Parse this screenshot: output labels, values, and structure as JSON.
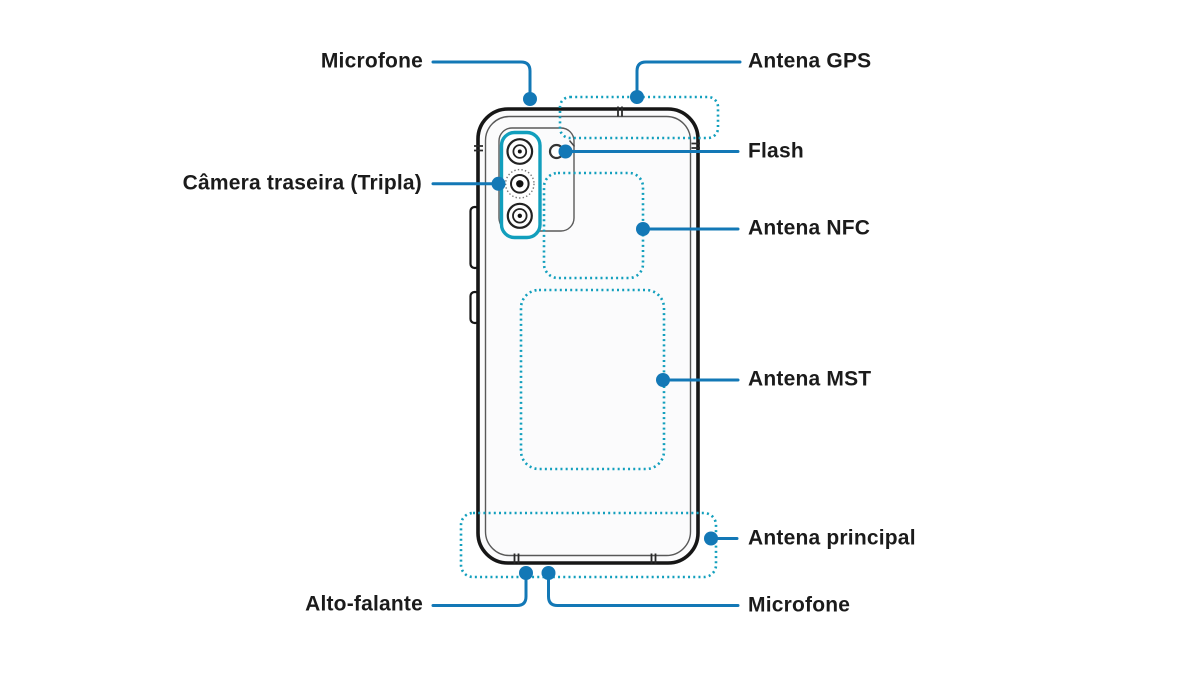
{
  "diagram": {
    "colors": {
      "leader_blue": "#1378b6",
      "region_cyan": "#129fbd",
      "outline_ink": "#161616"
    },
    "labels": {
      "microphone_top": "Microfone",
      "gps_antenna": "Antena GPS",
      "flash": "Flash",
      "rear_camera": "Câmera traseira (Tripla)",
      "nfc_antenna": "Antena NFC",
      "mst_antenna": "Antena MST",
      "main_antenna": "Antena principal",
      "speaker": "Alto-falante",
      "microphone_bottom": "Microfone"
    }
  }
}
